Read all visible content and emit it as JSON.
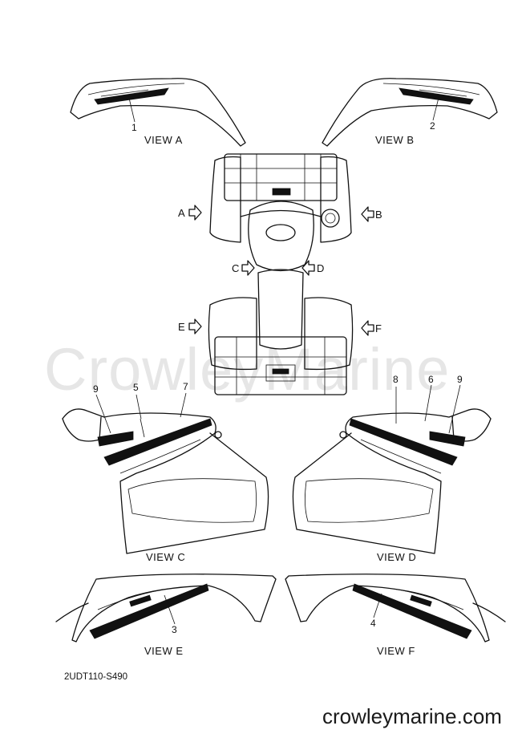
{
  "diagram": {
    "document_code": "2UDT110-S490",
    "watermark": "CrowleyMarine",
    "website": "crowleymarine.com",
    "views": {
      "a": "VIEW A",
      "b": "VIEW B",
      "c": "VIEW C",
      "d": "VIEW D",
      "e": "VIEW E",
      "f": "VIEW F"
    },
    "arrow_letters": {
      "a": "A",
      "b": "B",
      "c": "C",
      "d": "D",
      "e": "E",
      "f": "F"
    },
    "callouts": [
      "1",
      "2",
      "3",
      "4",
      "5",
      "6",
      "7",
      "8",
      "9",
      "9"
    ]
  }
}
